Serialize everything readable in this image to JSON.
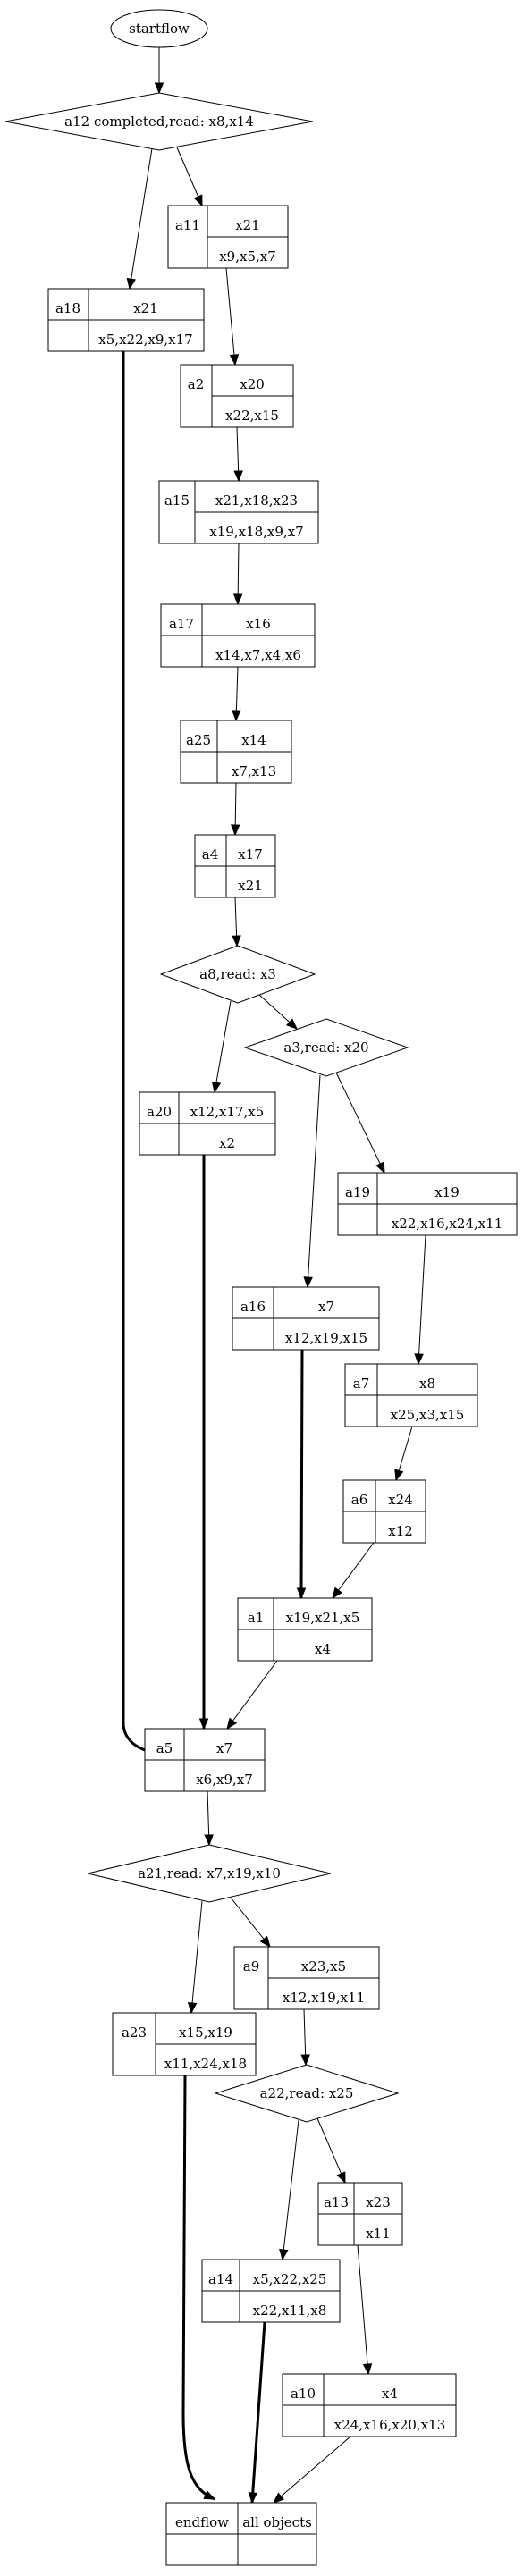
{
  "start": {
    "label": "startflow"
  },
  "decisions": {
    "d_a12": {
      "label": "a12 completed,read: x8,x14"
    },
    "d_a8": {
      "label": "a8,read: x3"
    },
    "d_a3": {
      "label": "a3,read: x20"
    },
    "d_a21": {
      "label": "a21,read: x7,x19,x10"
    },
    "d_a22": {
      "label": "a22,read: x25"
    }
  },
  "activities": {
    "a11": {
      "id": "a11",
      "write": "x21",
      "read": "x9,x5,x7"
    },
    "a18": {
      "id": "a18",
      "write": "x21",
      "read": "x5,x22,x9,x17"
    },
    "a2": {
      "id": "a2",
      "write": "x20",
      "read": "x22,x15"
    },
    "a15": {
      "id": "a15",
      "write": "x21,x18,x23",
      "read": "x19,x18,x9,x7"
    },
    "a17": {
      "id": "a17",
      "write": "x16",
      "read": "x14,x7,x4,x6"
    },
    "a25": {
      "id": "a25",
      "write": "x14",
      "read": "x7,x13"
    },
    "a4": {
      "id": "a4",
      "write": "x17",
      "read": "x21"
    },
    "a20": {
      "id": "a20",
      "write": "x12,x17,x5",
      "read": "x2"
    },
    "a19": {
      "id": "a19",
      "write": "x19",
      "read": "x22,x16,x24,x11"
    },
    "a16": {
      "id": "a16",
      "write": "x7",
      "read": "x12,x19,x15"
    },
    "a7": {
      "id": "a7",
      "write": "x8",
      "read": "x25,x3,x15"
    },
    "a6": {
      "id": "a6",
      "write": "x24",
      "read": "x12"
    },
    "a1": {
      "id": "a1",
      "write": "x19,x21,x5",
      "read": "x4"
    },
    "a5": {
      "id": "a5",
      "write": "x7",
      "read": "x6,x9,x7"
    },
    "a9": {
      "id": "a9",
      "write": "x23,x5",
      "read": "x12,x19,x11"
    },
    "a23": {
      "id": "a23",
      "write": "x15,x19",
      "read": "x11,x24,x18"
    },
    "a13": {
      "id": "a13",
      "write": "x23",
      "read": "x11"
    },
    "a14": {
      "id": "a14",
      "write": "x5,x22,x25",
      "read": "x22,x11,x8"
    },
    "a10": {
      "id": "a10",
      "write": "x4",
      "read": "x24,x16,x20,x13"
    }
  },
  "end": {
    "label": "endflow",
    "objects": "all objects"
  }
}
